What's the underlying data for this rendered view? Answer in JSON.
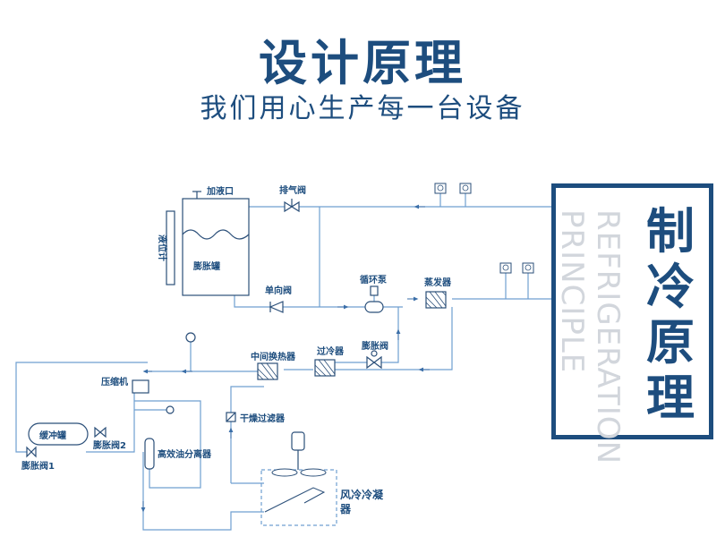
{
  "header": {
    "title": "设计原理",
    "subtitle": "我们用心生产每一台设备"
  },
  "panel": {
    "big_chars": [
      "制",
      "冷",
      "原",
      "理"
    ],
    "english_line1": "REFRIGERATION",
    "english_line2": "PRINCIPLE"
  },
  "labels": {
    "fill_port": "加液口",
    "exhaust_valve": "排气阀",
    "level_gauge": "液位计",
    "expansion_tank": "膨胀罐",
    "check_valve": "单向阀",
    "circulation_pump": "循环泵",
    "evaporator": "蒸发器",
    "intermediate_exchanger": "中间换热器",
    "subcooler": "过冷器",
    "expansion_valve": "膨胀阀",
    "compressor": "压缩机",
    "buffer_tank": "缓冲罐",
    "expansion_valve_2": "膨胀阀2",
    "expansion_valve_1": "膨胀阀1",
    "oil_separator": "高效油分离器",
    "dryer_filter": "干燥过滤器",
    "air_condenser_1": "风冷冷凝",
    "air_condenser_2": "器"
  },
  "colors": {
    "brand": "#1d4d7e",
    "line": "#6f9fd0",
    "ghost": "#d2d6dc"
  }
}
